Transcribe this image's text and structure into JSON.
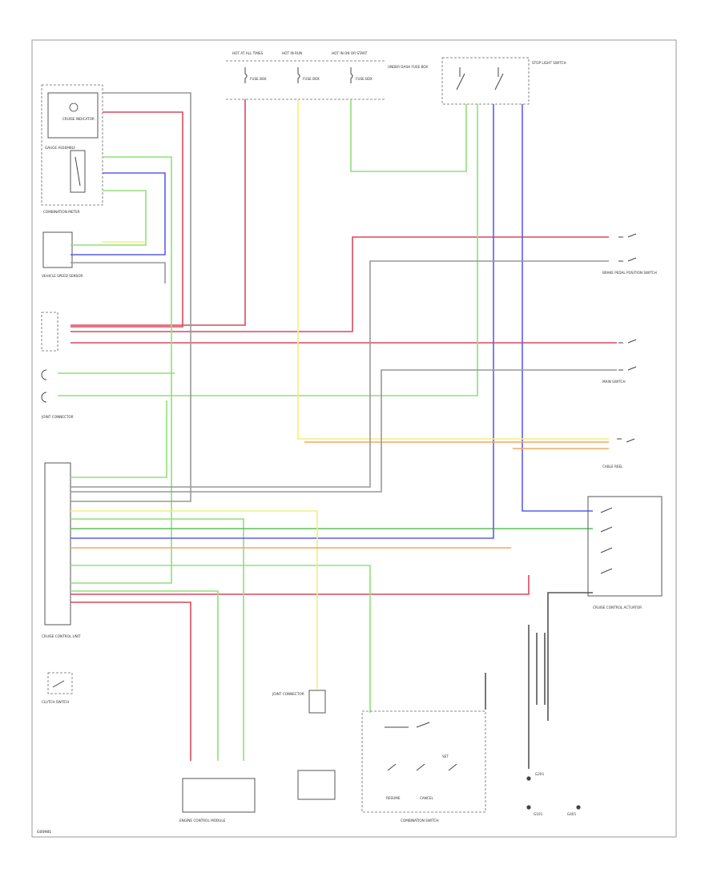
{
  "wire_colors": {
    "red": "#d9495f",
    "green": "#8fe07a",
    "blue": "#5b5bf0",
    "yellow": "#f0f07a",
    "gray": "#999999",
    "orange": "#f5a65b",
    "black": "#333333"
  },
  "labels": {
    "footer": "G00981",
    "hot_at_all_times": "HOT AT ALL TIMES",
    "hot_in_run": "HOT IN RUN",
    "hot_in_on_or_start": "HOT IN ON OR START",
    "fuse_a": "FUSE BOX",
    "fuse_b": "FUSE BOX",
    "fuse_c": "FUSE BOX",
    "underhood_box": "UNDER DASH FUSE BOX",
    "stop_switch": "STOP LIGHT SWITCH",
    "cruise_indicator": "CRUISE INDICATOR",
    "gauge_assembly": "GAUGE ASSEMBLY",
    "combination_meter": "COMBINATION METER",
    "vehicle_speed_sensor": "VEHICLE SPEED SENSOR",
    "joint_connector": "JOINT CONNECTOR",
    "cruise_control_unit": "CRUISE CONTROL UNIT",
    "clutch_switch": "CLUTCH SWITCH",
    "engine_control_module": "ENGINE CONTROL MODULE",
    "cable_reel": "CABLE REEL",
    "combination_switch": "COMBINATION SWITCH",
    "brake_switch": "BRAKE PEDAL POSITION SWITCH",
    "main_switch": "MAIN SWITCH",
    "set": "SET",
    "resume": "RESUME",
    "cancel": "CANCEL",
    "actuator": "CRUISE CONTROL ACTUATOR",
    "ground_a": "G101",
    "ground_b": "G401",
    "ground_c": "G201"
  }
}
